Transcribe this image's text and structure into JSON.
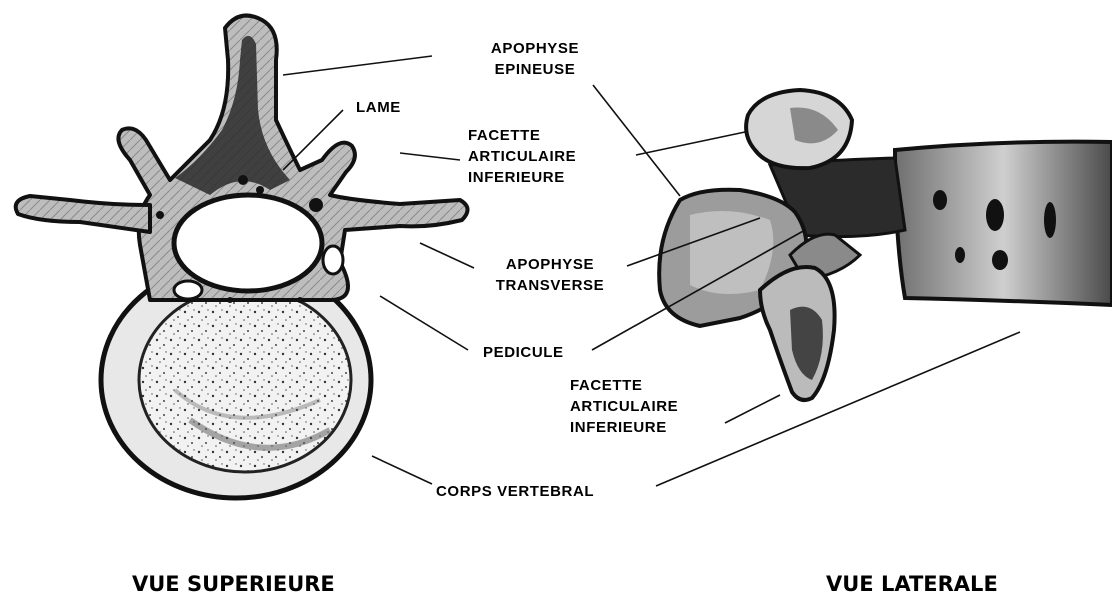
{
  "labels": {
    "apophyse_epineuse": [
      "APOPHYSE",
      "EPINEUSE"
    ],
    "lame": "LAME",
    "facette_articulaire_inferieure_top": [
      "FACETTE",
      "ARTICULAIRE",
      "INFERIEURE"
    ],
    "apophyse_transverse": [
      "APOPHYSE",
      "TRANSVERSE"
    ],
    "pedicule": "PEDICULE",
    "facette_articulaire_inferieure_bottom": [
      "FACETTE",
      "ARTICULAIRE",
      "INFERIEURE"
    ],
    "corps_vertebral": "CORPS VERTEBRAL"
  },
  "views": {
    "superior": "VUE SUPERIEURE",
    "lateral": "VUE LATERALE"
  }
}
